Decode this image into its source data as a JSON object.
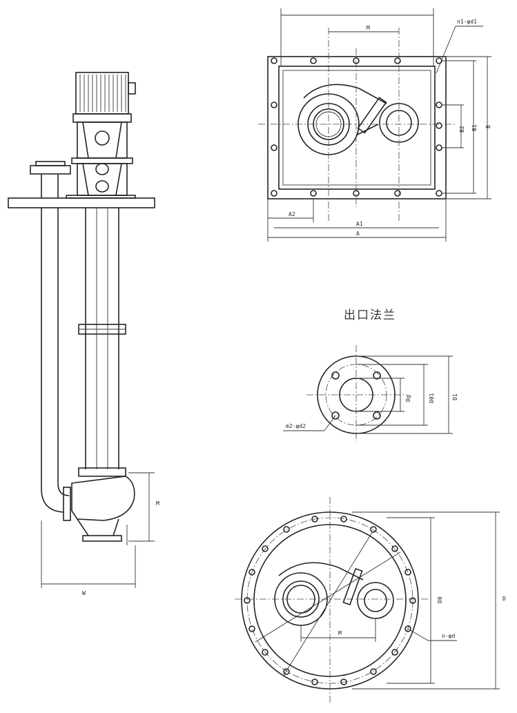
{
  "labels": {
    "side_M": "M",
    "side_W": "W",
    "top_M": "M",
    "top_n1": "n1-φd1",
    "top_A2": "A2",
    "top_A1": "A1",
    "top_A": "A",
    "top_B2": "B2",
    "top_B1": "B1",
    "top_B": "B",
    "flange_title": "出口法兰",
    "flange_Dg": "Dg",
    "flange_D01": "D01",
    "flange_D1": "D1",
    "flange_m2": "m2-φd2",
    "round_D0": "D0",
    "round_D": "D",
    "round_M": "M",
    "round_n": "n-φd"
  }
}
